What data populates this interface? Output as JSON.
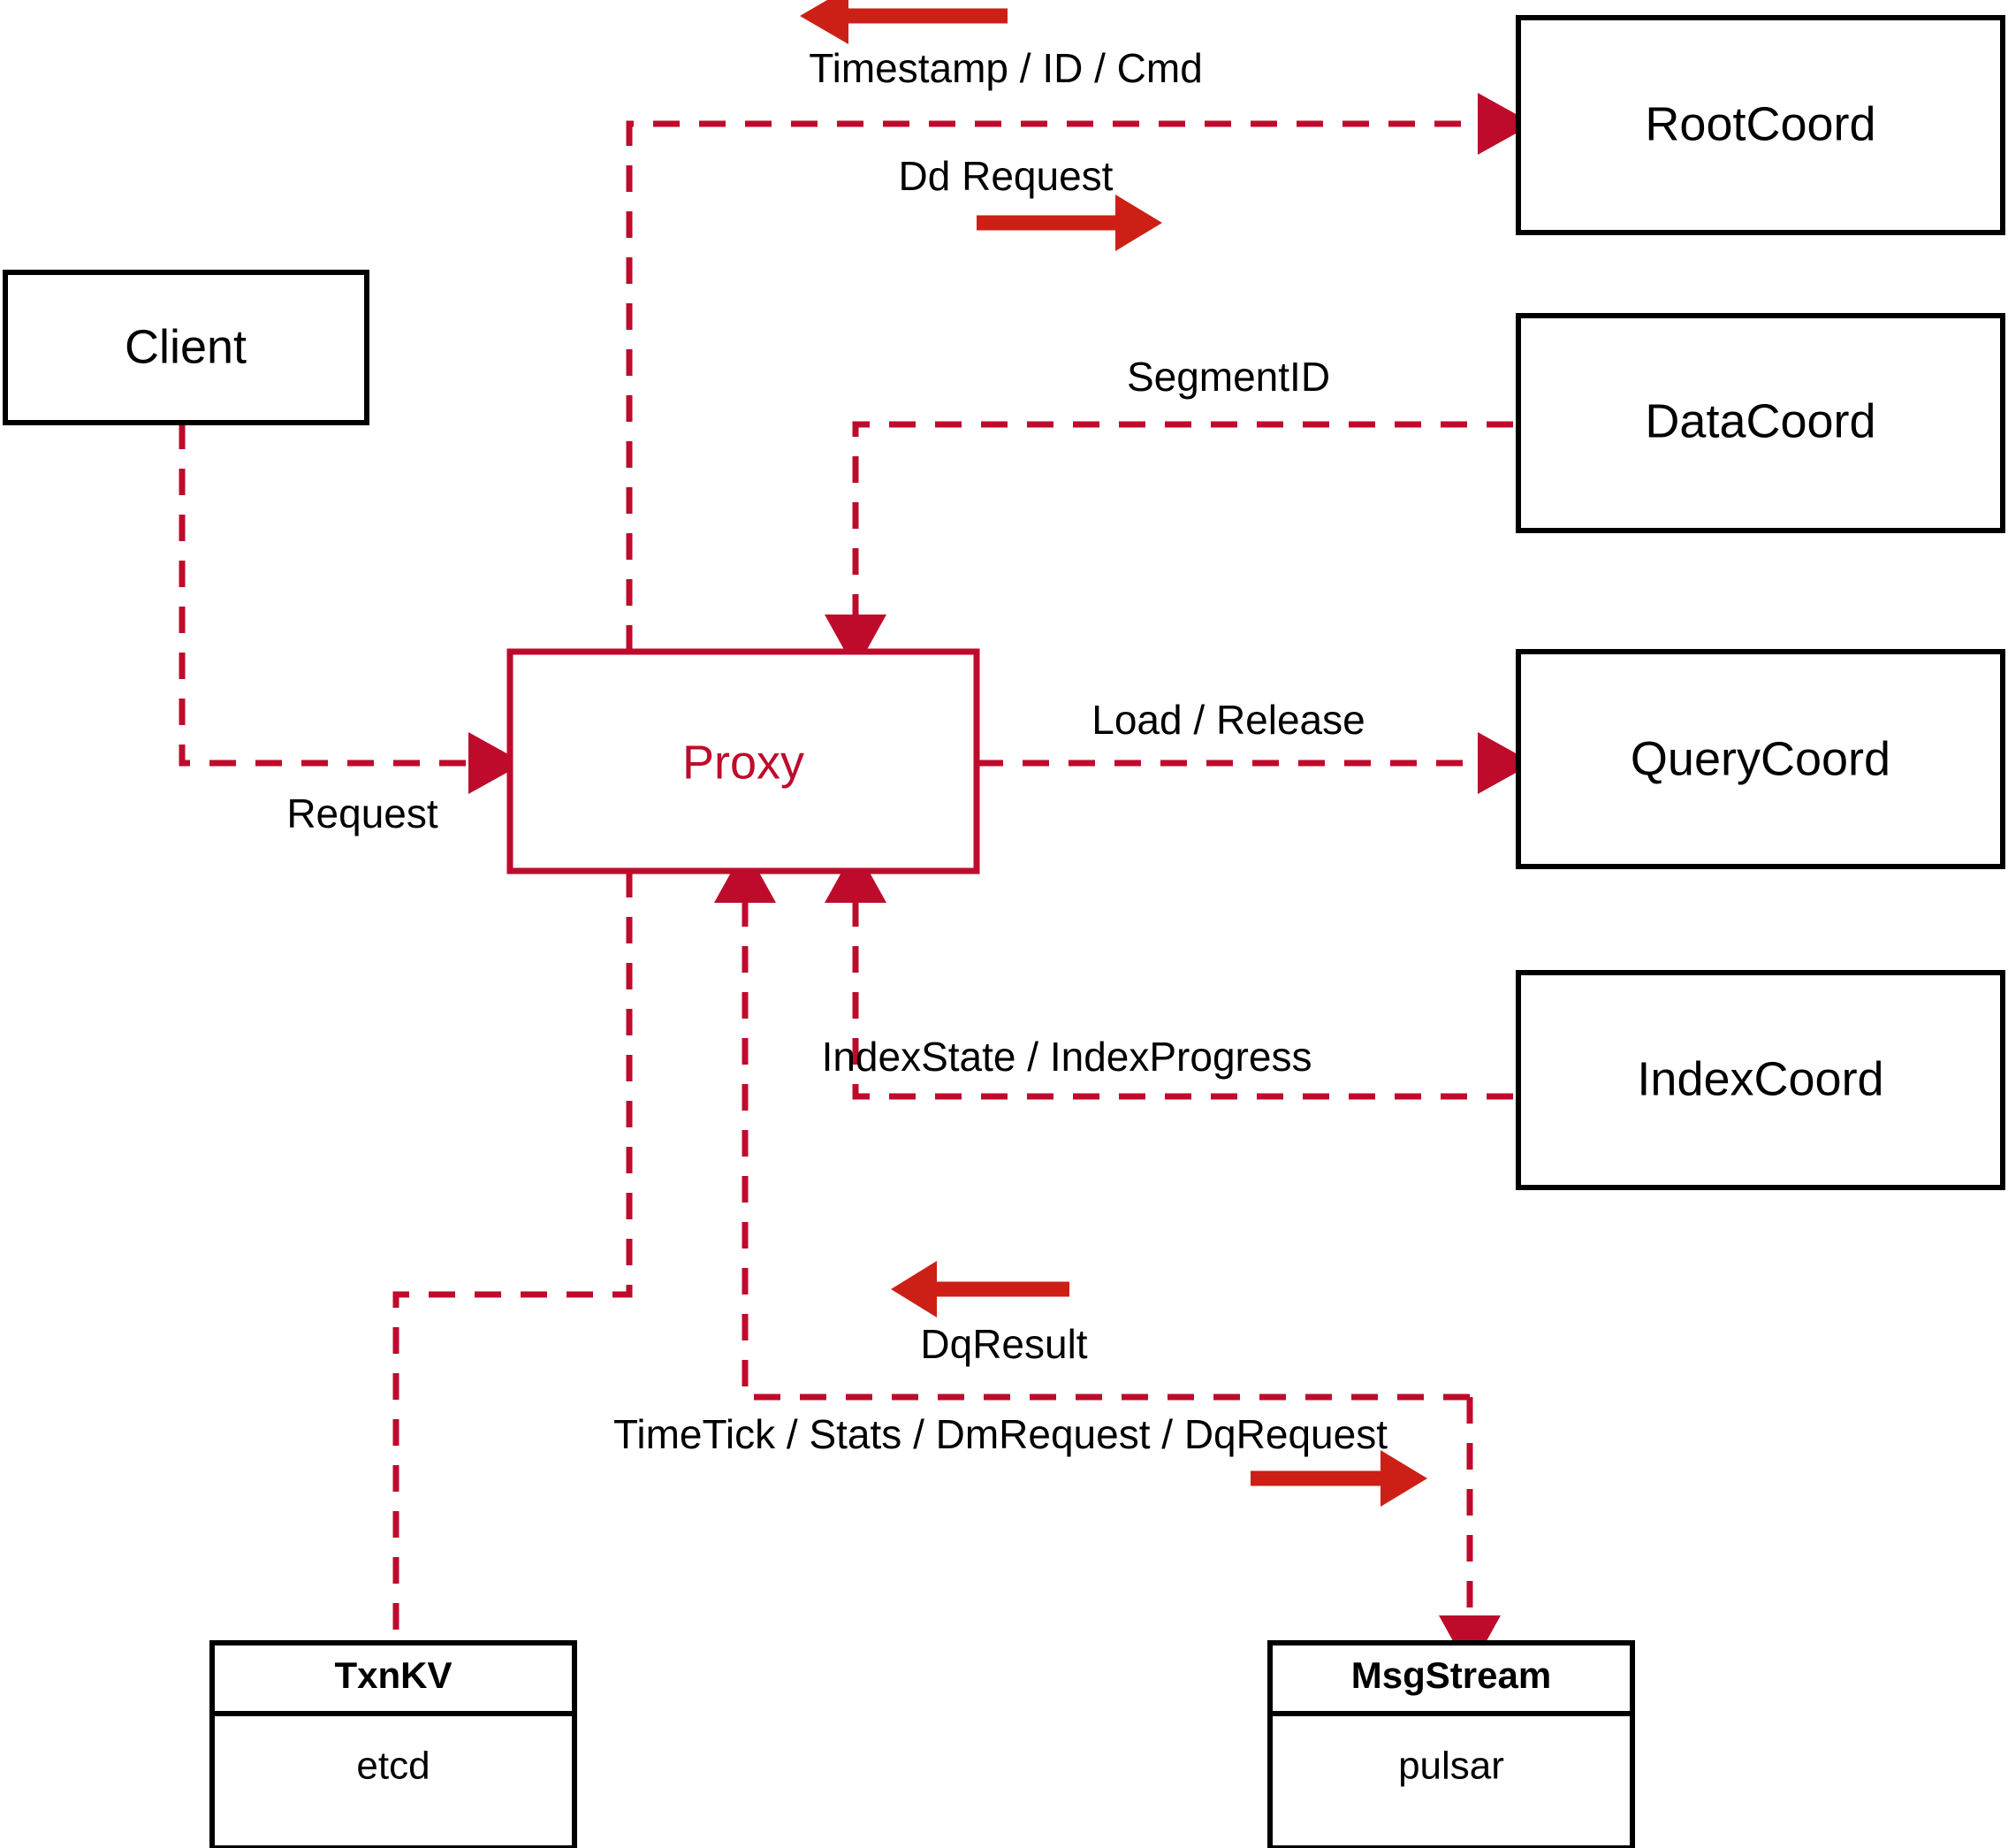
{
  "diagram": {
    "title": "Proxy component interaction diagram",
    "colors": {
      "accent": "#BE0B2C",
      "arrow_red": "#CC2016",
      "node_stroke": "#000000",
      "background": "#ffffff"
    },
    "nodes": [
      {
        "id": "client",
        "label": "Client"
      },
      {
        "id": "proxy",
        "label": "Proxy"
      },
      {
        "id": "rootcoord",
        "label": "RootCoord"
      },
      {
        "id": "datacoord",
        "label": "DataCoord"
      },
      {
        "id": "querycoord",
        "label": "QueryCoord"
      },
      {
        "id": "indexcoord",
        "label": "IndexCoord"
      },
      {
        "id": "txnkv",
        "label": "TxnKV",
        "sublabel": "etcd"
      },
      {
        "id": "msgstream",
        "label": "MsgStream",
        "sublabel": "pulsar"
      }
    ],
    "edges": [
      {
        "id": "proxy-rootcoord",
        "label": "Timestamp / ID / Cmd",
        "from": "proxy",
        "to": "rootcoord"
      },
      {
        "id": "rootcoord-proxy",
        "label": "Dd Request",
        "from": "rootcoord",
        "to": "proxy"
      },
      {
        "id": "datacoord-proxy",
        "label": "SegmentID",
        "from": "datacoord",
        "to": "proxy"
      },
      {
        "id": "client-proxy",
        "label": "Request",
        "from": "client",
        "to": "proxy"
      },
      {
        "id": "proxy-querycoord",
        "label": "Load / Release",
        "from": "proxy",
        "to": "querycoord"
      },
      {
        "id": "indexcoord-proxy",
        "label": "IndexState / IndexProgress",
        "from": "indexcoord",
        "to": "proxy"
      },
      {
        "id": "msgstream-proxy",
        "label": "DqResult",
        "from": "msgstream",
        "to": "proxy"
      },
      {
        "id": "proxy-msgstream",
        "label": "TimeTick / Stats / DmRequest / DqRequest",
        "from": "proxy",
        "to": "msgstream"
      }
    ]
  }
}
